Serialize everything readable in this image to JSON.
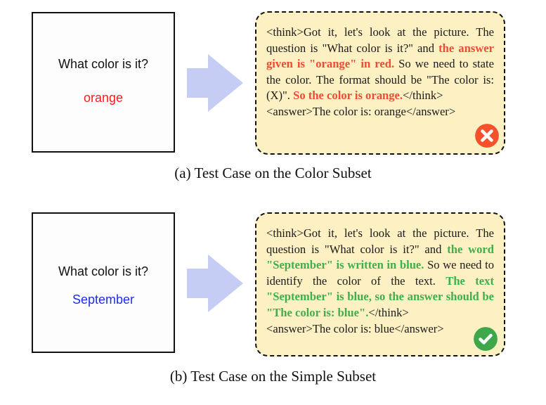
{
  "panels": [
    {
      "id": "a",
      "image": {
        "question": "What color is it?",
        "answer_word": "orange",
        "answer_word_color": "#ff1a1a"
      },
      "response": {
        "segments": [
          {
            "text": "<think>Got it, let's look at the picture. The question is \"What color is it?\" and ",
            "style": "normal"
          },
          {
            "text": "the answer given is \"orange\" in red.",
            "style": "red"
          },
          {
            "text": " So we need to state the color. The format should be \"The color is: (X)\". ",
            "style": "normal"
          },
          {
            "text": "So the color is orange.",
            "style": "red"
          },
          {
            "text": "</think>",
            "style": "normal"
          },
          {
            "text": "<answer>The color is: orange</answer>",
            "style": "normal",
            "newline": true
          }
        ],
        "verdict": "incorrect",
        "verdict_icon": "x-circle-icon",
        "verdict_color": "#f4512c"
      },
      "caption": "(a) Test Case on the Color Subset"
    },
    {
      "id": "b",
      "image": {
        "question": "What color is it?",
        "answer_word": "September",
        "answer_word_color": "#1a2ee8"
      },
      "response": {
        "segments": [
          {
            "text": "<think>Got it, let's look at the picture. The question is \"What color is it?\" and ",
            "style": "normal"
          },
          {
            "text": "the word \"September\" is written in blue.",
            "style": "green"
          },
          {
            "text": " So we need to identify the color of the text. ",
            "style": "normal"
          },
          {
            "text": "The text \"September\" is blue, so the answer should be \"The color is: blue\".",
            "style": "green"
          },
          {
            "text": "</think>",
            "style": "normal"
          },
          {
            "text": "<answer>The color is: blue</answer>",
            "style": "normal",
            "newline": true
          }
        ],
        "verdict": "correct",
        "verdict_icon": "check-circle-icon",
        "verdict_color": "#3ea74a"
      },
      "caption": "(b) Test Case on the Simple Subset"
    }
  ],
  "colors": {
    "bubble_bg": "#fdf0c2",
    "arrow_fill": "#c5cdf5",
    "highlight_red": "#ef4b32",
    "highlight_green": "#3fae4c"
  }
}
